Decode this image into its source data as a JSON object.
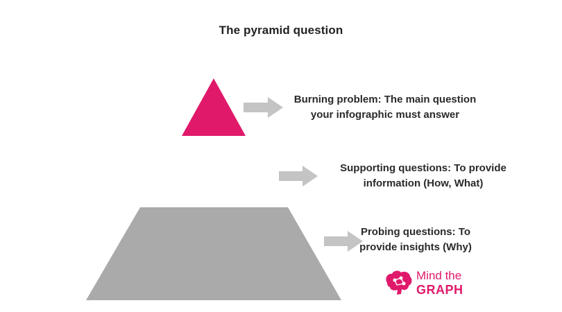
{
  "title": "The pyramid question",
  "colors": {
    "apex": "#e0196b",
    "base": "#aaaaaa",
    "arrow": "#c4c4c4",
    "brand": "#e0196b"
  },
  "levels": [
    {
      "line1": "Burning problem: The main question",
      "line2": "your infographic must answer"
    },
    {
      "line1": "Supporting questions: To provide",
      "line2": "information (How, What)"
    },
    {
      "line1": "Probing questions: To",
      "line2": "provide insights (Why)"
    }
  ],
  "logo": {
    "icon": "brain-icon",
    "line1": "Mind the",
    "line2": "GRAPH"
  }
}
